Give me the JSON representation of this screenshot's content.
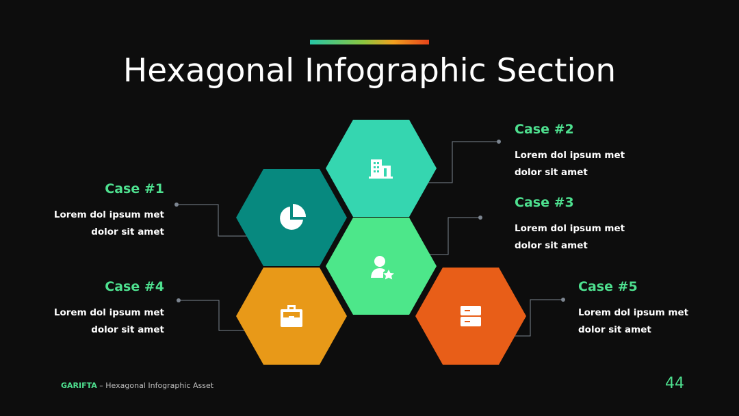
{
  "slide": {
    "title": "Hexagonal Infographic Section",
    "accent_colors": [
      "#27c6a6",
      "#8cc63f",
      "#f0a01f",
      "#e6431a"
    ]
  },
  "cases": [
    {
      "title": "Case #1",
      "line1": "Lorem dol ipsum met",
      "line2": "dolor sit amet",
      "color": "#07897f",
      "icon": "pie-chart-icon"
    },
    {
      "title": "Case #2",
      "line1": "Lorem dol ipsum met",
      "line2": "dolor sit amet",
      "color": "#35d6b0",
      "icon": "building-icon"
    },
    {
      "title": "Case #3",
      "line1": "Lorem dol ipsum met",
      "line2": "dolor sit amet",
      "color": "#4de78a",
      "icon": "user-star-icon"
    },
    {
      "title": "Case #4",
      "line1": "Lorem dol ipsum met",
      "line2": "dolor sit amet",
      "color": "#e89918",
      "icon": "briefcase-icon"
    },
    {
      "title": "Case #5",
      "line1": "Lorem dol ipsum met",
      "line2": "dolor sit amet",
      "color": "#e85e18",
      "icon": "archive-icon"
    }
  ],
  "footer": {
    "brand": "GARIFTA",
    "subtitle": " – Hexagonal Infographic Asset",
    "page_number": "44"
  }
}
